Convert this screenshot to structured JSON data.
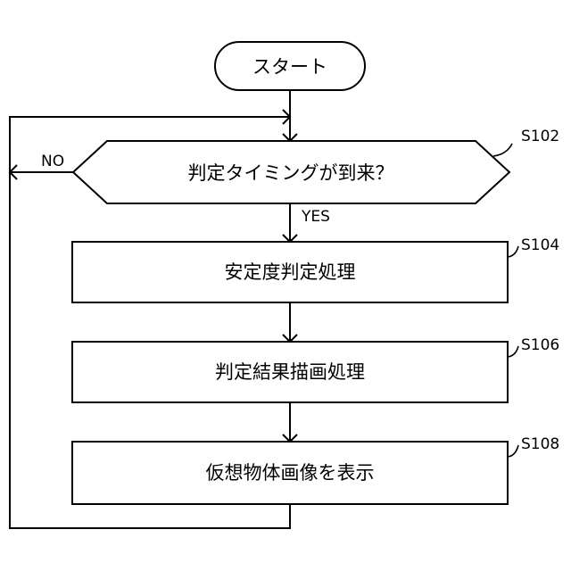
{
  "nodes": {
    "start": {
      "label": "スタート"
    },
    "decision": {
      "label": "判定タイミングが到来？",
      "step_id": "S102"
    },
    "process_stability": {
      "label": "安定度判定処理",
      "step_id": "S104"
    },
    "process_render": {
      "label": "判定結果描画処理",
      "step_id": "S106"
    },
    "process_display": {
      "label": "仮想物体画像を表示",
      "step_id": "S108"
    }
  },
  "edges": {
    "yes_label": "YES",
    "no_label": "NO"
  }
}
